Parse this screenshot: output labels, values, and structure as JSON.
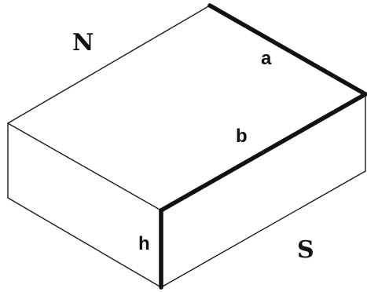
{
  "diagram": {
    "pole_north": "N",
    "pole_south": "S",
    "edge_a_label": "a",
    "edge_b_label": "b",
    "edge_h_label": "h"
  }
}
